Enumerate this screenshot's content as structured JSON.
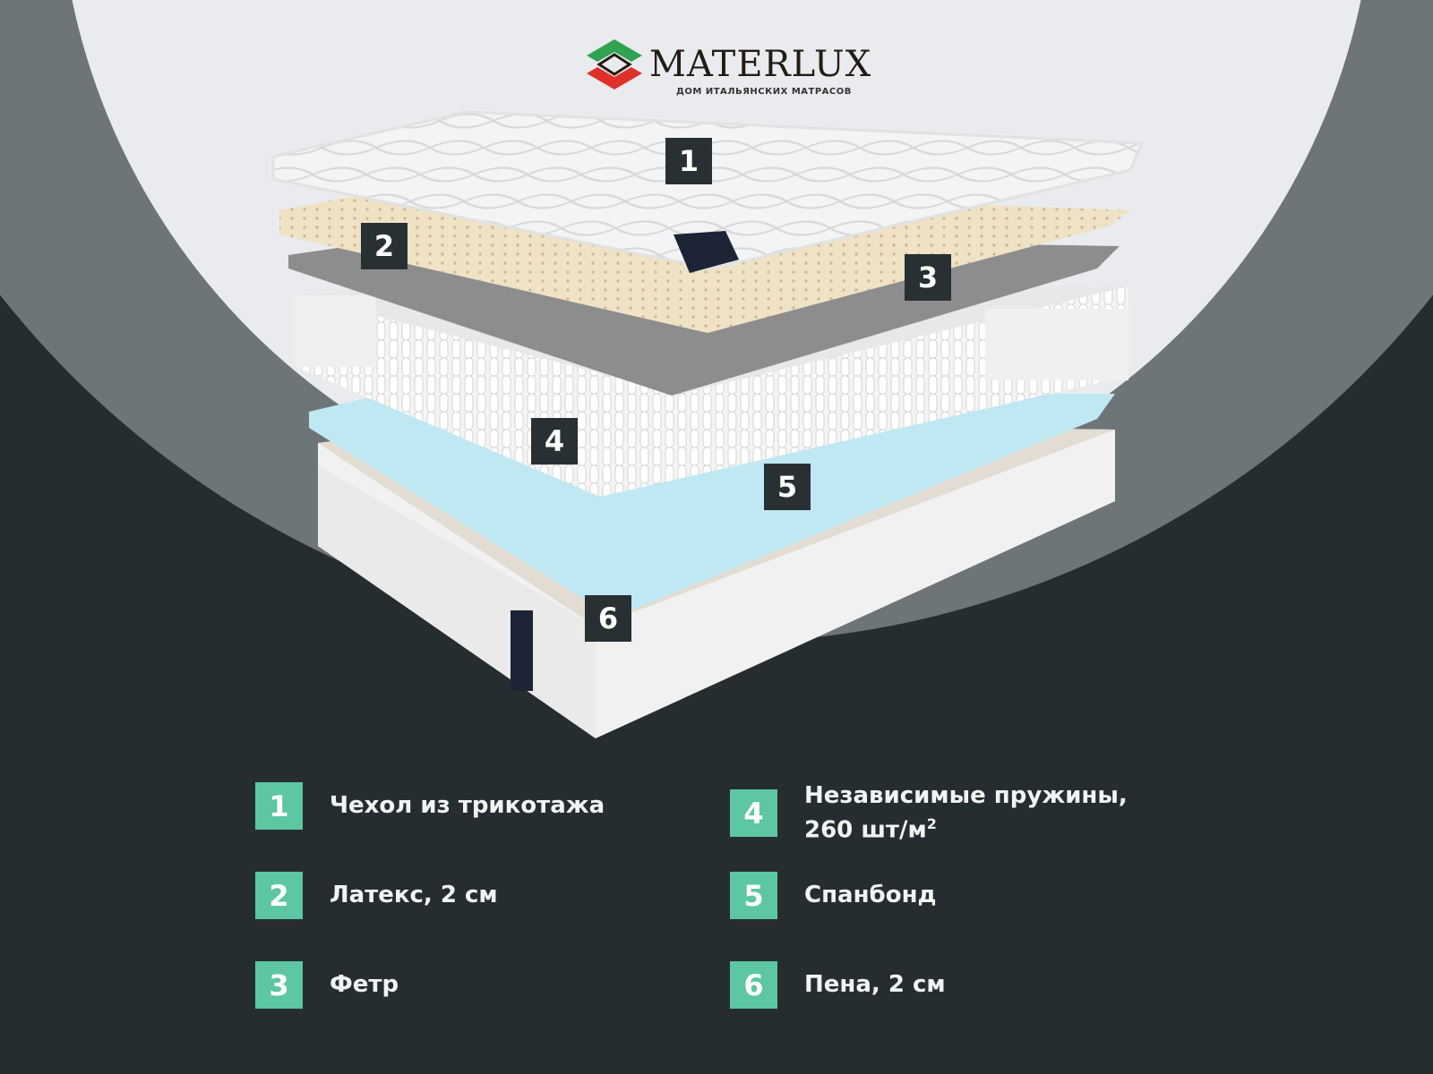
{
  "brand": {
    "name": "MATERLUX",
    "tagline": "ДОМ ИТАЛЬЯНСКИХ МАТРАСОВ",
    "label_text": "Materlux"
  },
  "markers": [
    "1",
    "2",
    "3",
    "4",
    "5",
    "6"
  ],
  "legend": [
    {
      "num": "1",
      "text": "Чехол из трикотажа"
    },
    {
      "num": "2",
      "text": "Латекс, 2 см"
    },
    {
      "num": "3",
      "text": "Фетр"
    },
    {
      "num": "4",
      "text": "Независимые пружины,",
      "text2": "260 шт/м",
      "sup": "2"
    },
    {
      "num": "5",
      "text": "Спанбонд"
    },
    {
      "num": "6",
      "text": "Пена, 2 см"
    }
  ],
  "colors": {
    "accent": "#5cc7a2",
    "background": "#262d31",
    "marker": "#283034"
  }
}
